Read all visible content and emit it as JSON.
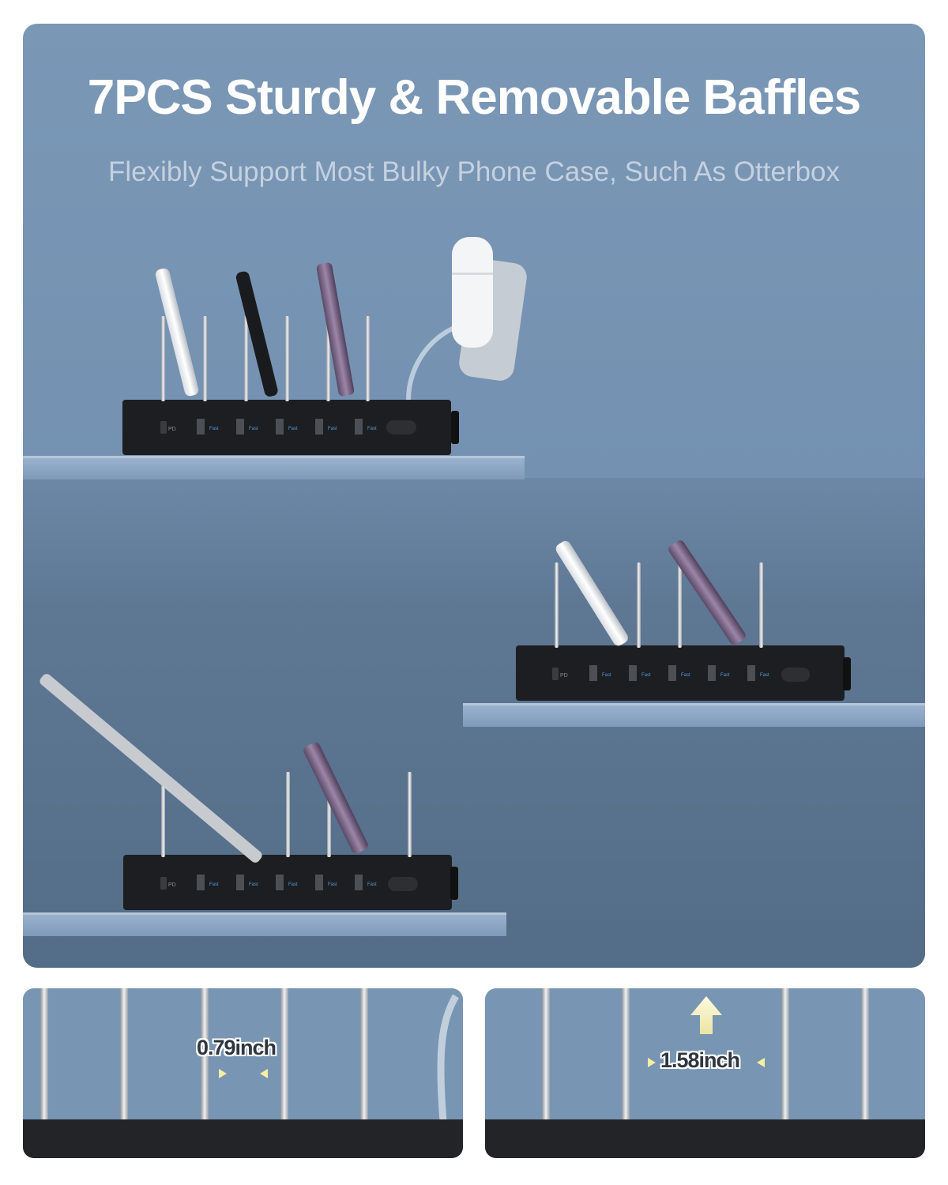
{
  "hero": {
    "title": "7PCS Sturdy & Removable Baffles",
    "subtitle": "Flexibly Support Most Bulky Phone Case, Such As Otterbox"
  },
  "charger": {
    "port_label_pd": "PD",
    "port_label_fast": "Fast"
  },
  "details": {
    "left_spacing": "0.79inch",
    "right_spacing": "1.58inch"
  },
  "colors": {
    "background_top": "#7a97b6",
    "background_bottom": "#4f6780",
    "shelf": "#8fa8c4",
    "charger_body": "#1e1f22",
    "accent_arrow": "#f6eea2"
  },
  "icons": {
    "arrow_right": "arrow-right-icon",
    "arrow_left": "arrow-left-icon",
    "arrow_up": "arrow-up-icon"
  }
}
